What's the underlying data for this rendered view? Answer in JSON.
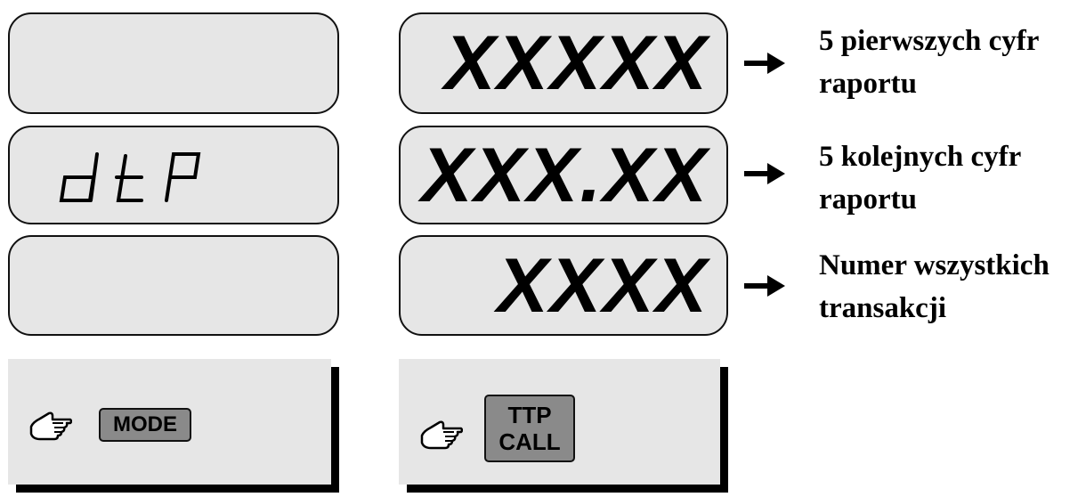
{
  "left_column": {
    "display_1": {
      "text": ""
    },
    "display_2": {
      "text": "dtP"
    },
    "display_3": {
      "text": ""
    },
    "key": {
      "label": "MODE",
      "icon": "pointing-hand-icon"
    }
  },
  "right_column": {
    "display_1": {
      "text": "XXXXX"
    },
    "display_2": {
      "text": "XXX.XX"
    },
    "display_3": {
      "text": "XXXX"
    },
    "key": {
      "label_line1": "TTP",
      "label_line2": "CALL",
      "icon": "pointing-hand-icon"
    }
  },
  "annotations": [
    {
      "line1": "5 pierwszych cyfr",
      "line2": "raportu",
      "icon": "arrow-right-icon"
    },
    {
      "line1": "5 kolejnych cyfr",
      "line2": "raportu",
      "icon": "arrow-right-icon"
    },
    {
      "line1": "Numer wszystkich",
      "line2": "transakcji",
      "icon": "arrow-right-icon"
    }
  ],
  "colors": {
    "lcd_background": "#e6e6e6",
    "keycap": "#8a8a8a",
    "outline": "#111111"
  }
}
